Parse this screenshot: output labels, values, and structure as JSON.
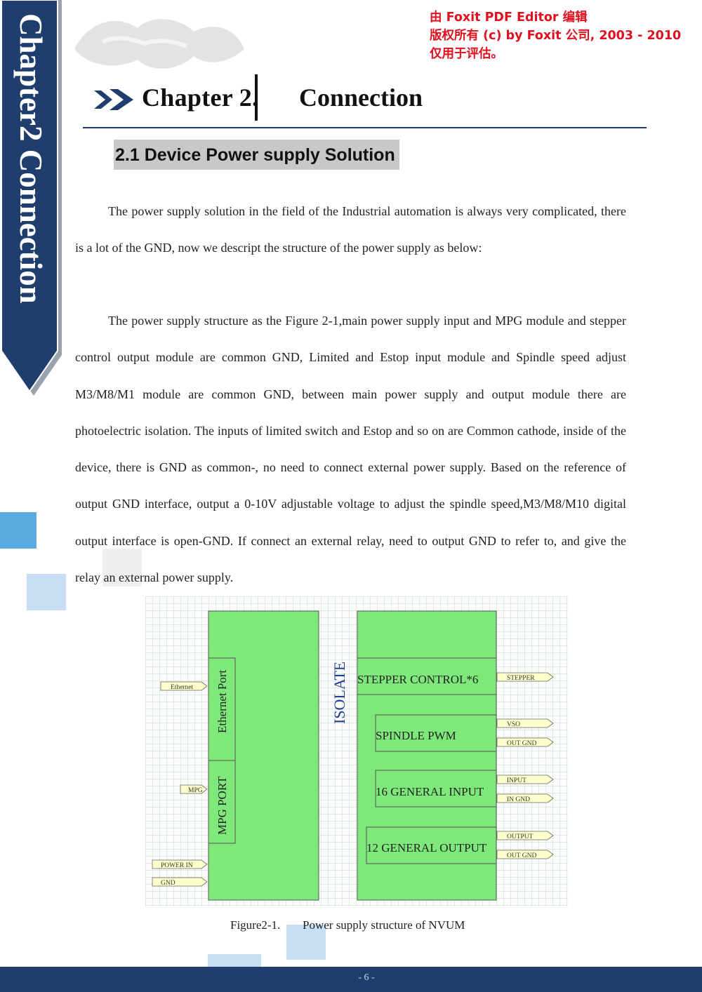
{
  "sidebar": {
    "chapter_label": "Chapter2 Connection",
    "color": "#1f3e6e"
  },
  "watermark": {
    "line1": "由 Foxit PDF Editor 编辑",
    "line2": "版权所有 (c) by Foxit 公司, 2003 - 2010",
    "line3": "仅用于评估。",
    "color": "#e0101e"
  },
  "chapter": {
    "number": "Chapter 2.",
    "title": "Connection"
  },
  "section": {
    "heading": "2.1  Device Power supply Solution"
  },
  "paragraphs": [
    "The power supply solution in the field of the Industrial automation is always very complicated, there is a lot of the GND, now we descript the structure of the power supply as below:",
    "The power supply structure as the Figure 2-1,main power supply input and MPG module and stepper control output module are common GND, Limited and Estop input module and Spindle speed adjust M3/M8/M1 module are common GND, between main power supply and output module there are photoelectric isolation. The inputs of limited switch and Estop and so on are Common cathode, inside of the device, there is GND   as common-, no need to connect external power supply. Based on the reference of output GND interface, output a 0-10V adjustable voltage to adjust the spindle speed,M3/M8/M10 digital output interface is open-GND. If connect an external relay, need to output GND to refer to, and give the relay an external power supply."
  ],
  "diagram": {
    "left_block": {
      "ports": [
        "Ethernet Port",
        "MPG PORT"
      ]
    },
    "isolate_label": "ISOLATE",
    "right_block": {
      "modules": [
        "STEPPER CONTROL*6",
        "SPINDLE PWM",
        "16 GENERAL INPUT",
        "12 GENERAL OUTPUT"
      ]
    },
    "input_tags": [
      "Ethernet",
      "MPG",
      "POWER IN",
      "GND"
    ],
    "output_tags": [
      "STEPPER",
      "VSO",
      "OUT GND",
      "INPUT",
      "IN GND",
      "OUTPUT",
      "OUT GND"
    ],
    "block_color": "#7ee87a",
    "tag_color": "#ffffcc"
  },
  "figure_caption": {
    "number": "Figure2-1.",
    "text": "Power supply structure of NVUM"
  },
  "footer": {
    "page": "- 6 -",
    "color": "#1f3e6e"
  }
}
